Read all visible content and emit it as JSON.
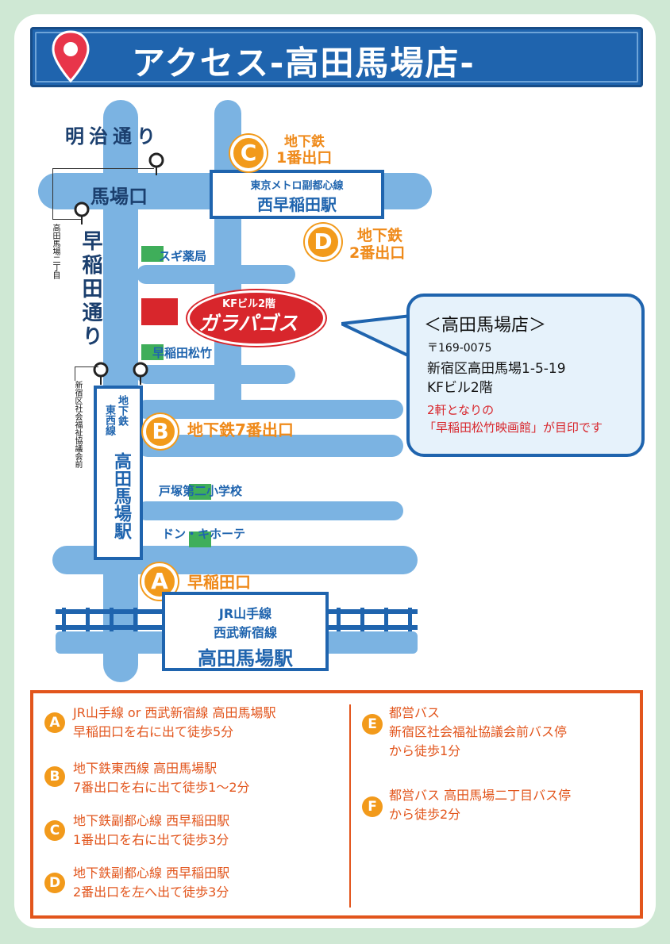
{
  "header": {
    "title": "アクセス-高田馬場店-",
    "icon": "map-pin-icon"
  },
  "map": {
    "streets": {
      "meiji": "明治通り",
      "waseda": "早稲田通り",
      "babaguchi": "馬場口"
    },
    "exits": {
      "c_letter": "C",
      "c_label_1": "地下鉄",
      "c_label_2": "1番出口",
      "d_letter": "D",
      "d_label_1": "地下鉄",
      "d_label_2": "2番出口",
      "b_letter": "B",
      "b_label": "地下鉄7番出口",
      "a_letter": "A",
      "a_label": "早稲田口"
    },
    "stations": {
      "nishiwaseda_line": "東京メトロ副都心線",
      "nishiwaseda_name": "西早稲田駅",
      "tozai_line_1": "地下鉄",
      "tozai_line_2": "東西線",
      "tozai_name": "高田馬場駅",
      "jr_line_1": "JR山手線",
      "jr_line_2": "西武新宿線",
      "jr_name": "高田馬場駅"
    },
    "landmarks": {
      "sugi": "スギ薬局",
      "building": "KFビル2階",
      "shop": "ガラパゴス",
      "cinema": "早稲田松竹",
      "school": "戸塚第二小学校",
      "donki": "ドン・キホーテ"
    },
    "bus_stops": {
      "nichome": "高田馬場二丁目",
      "shakai": "新宿区社会福祉協議会前"
    }
  },
  "callout": {
    "title": "＜高田馬場店＞",
    "postal": "〒169-0075",
    "address_1": "新宿区高田馬場1-5-19",
    "address_2": "KFビル2階",
    "note_1": "2軒となりの",
    "note_2": "「早稲田松竹映画館」が目印です"
  },
  "legend": {
    "a_letter": "A",
    "a_line_1": "JR山手線 or 西武新宿線 高田馬場駅",
    "a_line_2": "早稲田口を右に出て徒歩5分",
    "b_letter": "B",
    "b_line_1": "地下鉄東西線 高田馬場駅",
    "b_line_2": "7番出口を右に出て徒歩1～2分",
    "c_letter": "C",
    "c_line_1": "地下鉄副都心線 西早稲田駅",
    "c_line_2": "1番出口を右に出て徒歩3分",
    "d_letter": "D",
    "d_line_1": "地下鉄副都心線 西早稲田駅",
    "d_line_2": "2番出口を左へ出て徒歩3分",
    "e_letter": "E",
    "e_line_1": "都営バス",
    "e_line_2": "新宿区社会福祉協議会前バス停",
    "e_line_3": "から徒歩1分",
    "f_letter": "F",
    "f_line_1": "都営バス 高田馬場二丁目バス停",
    "f_line_2": "から徒歩2分"
  },
  "colors": {
    "header_blue": "#1f64ae",
    "road_blue": "#7bb3e2",
    "exit_orange": "#f29a1b",
    "shop_red": "#d8262c",
    "legend_border": "#e2551c",
    "landmark_green": "#3fae5a",
    "background_green": "#cfe8d4"
  }
}
